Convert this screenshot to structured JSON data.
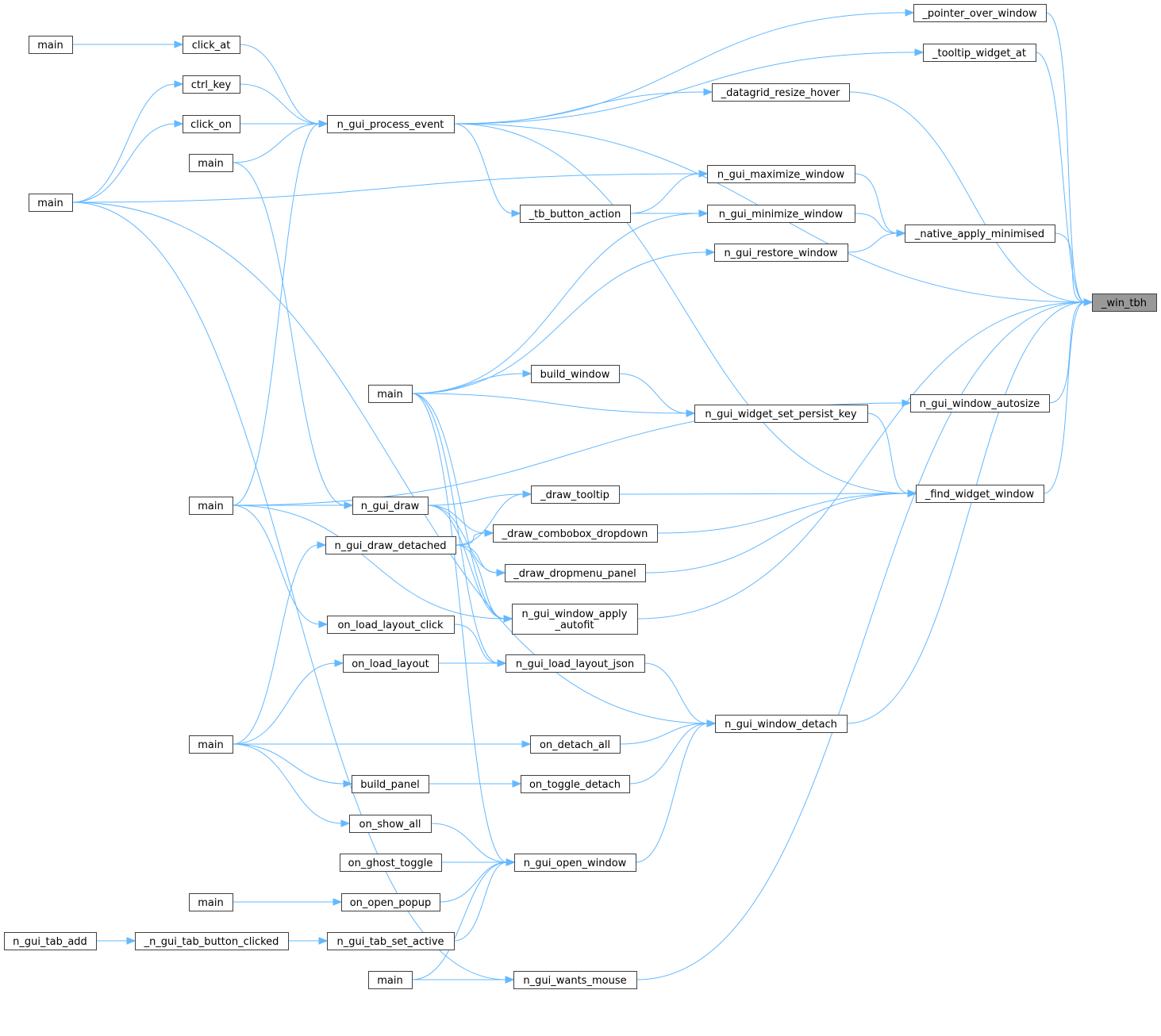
{
  "graph": {
    "nodes": [
      {
        "id": "win_tbh",
        "label": "_win_tbh",
        "root": true
      },
      {
        "id": "pointer_over_window",
        "label": "_pointer_over_window"
      },
      {
        "id": "tooltip_widget_at",
        "label": "_tooltip_widget_at"
      },
      {
        "id": "datagrid_resize_hover",
        "label": "_datagrid_resize_hover"
      },
      {
        "id": "n_gui_process_event",
        "label": "n_gui_process_event"
      },
      {
        "id": "click_at",
        "label": "click_at"
      },
      {
        "id": "ctrl_key",
        "label": "ctrl_key"
      },
      {
        "id": "click_on",
        "label": "click_on"
      },
      {
        "id": "main_a",
        "label": "main"
      },
      {
        "id": "main_b",
        "label": "main"
      },
      {
        "id": "main_c",
        "label": "main"
      },
      {
        "id": "n_gui_maximize_window",
        "label": "n_gui_maximize_window"
      },
      {
        "id": "n_gui_minimize_window",
        "label": "n_gui_minimize_window"
      },
      {
        "id": "n_gui_restore_window",
        "label": "n_gui_restore_window"
      },
      {
        "id": "native_apply_minimised",
        "label": "_native_apply_minimised"
      },
      {
        "id": "tb_button_action",
        "label": "_tb_button_action"
      },
      {
        "id": "main_d",
        "label": "main"
      },
      {
        "id": "build_window",
        "label": "build_window"
      },
      {
        "id": "n_gui_widget_set_persist_key",
        "label": "n_gui_widget_set_persist_key"
      },
      {
        "id": "n_gui_window_autosize",
        "label": "n_gui_window_autosize"
      },
      {
        "id": "find_widget_window",
        "label": "_find_widget_window"
      },
      {
        "id": "main_e",
        "label": "main"
      },
      {
        "id": "n_gui_draw",
        "label": "n_gui_draw"
      },
      {
        "id": "draw_tooltip",
        "label": "_draw_tooltip"
      },
      {
        "id": "draw_combobox_dropdown",
        "label": "_draw_combobox_dropdown"
      },
      {
        "id": "n_gui_draw_detached",
        "label": "n_gui_draw_detached"
      },
      {
        "id": "draw_dropmenu_panel",
        "label": "_draw_dropmenu_panel"
      },
      {
        "id": "n_gui_window_apply_autofit",
        "label": "n_gui_window_apply\n_autofit"
      },
      {
        "id": "on_load_layout_click",
        "label": "on_load_layout_click"
      },
      {
        "id": "on_load_layout",
        "label": "on_load_layout"
      },
      {
        "id": "n_gui_load_layout_json",
        "label": "n_gui_load_layout_json"
      },
      {
        "id": "n_gui_window_detach",
        "label": "n_gui_window_detach"
      },
      {
        "id": "main_f",
        "label": "main"
      },
      {
        "id": "on_detach_all",
        "label": "on_detach_all"
      },
      {
        "id": "build_panel",
        "label": "build_panel"
      },
      {
        "id": "on_toggle_detach",
        "label": "on_toggle_detach"
      },
      {
        "id": "on_show_all",
        "label": "on_show_all"
      },
      {
        "id": "on_ghost_toggle",
        "label": "on_ghost_toggle"
      },
      {
        "id": "n_gui_open_window",
        "label": "n_gui_open_window"
      },
      {
        "id": "main_g",
        "label": "main"
      },
      {
        "id": "on_open_popup",
        "label": "on_open_popup"
      },
      {
        "id": "n_gui_tab_add",
        "label": "n_gui_tab_add"
      },
      {
        "id": "n_gui_tab_button_clicked",
        "label": "_n_gui_tab_button_clicked"
      },
      {
        "id": "n_gui_tab_set_active",
        "label": "n_gui_tab_set_active"
      },
      {
        "id": "main_h",
        "label": "main"
      },
      {
        "id": "n_gui_wants_mouse",
        "label": "n_gui_wants_mouse"
      }
    ],
    "edges": [
      [
        "main_a",
        "click_at"
      ],
      [
        "click_at",
        "n_gui_process_event"
      ],
      [
        "ctrl_key",
        "n_gui_process_event"
      ],
      [
        "click_on",
        "n_gui_process_event"
      ],
      [
        "main_b",
        "n_gui_process_event"
      ],
      [
        "main_c",
        "ctrl_key"
      ],
      [
        "main_c",
        "click_on"
      ],
      [
        "main_c",
        "n_gui_maximize_window"
      ],
      [
        "main_c",
        "n_gui_window_detach"
      ],
      [
        "main_c",
        "n_gui_wants_mouse"
      ],
      [
        "n_gui_process_event",
        "pointer_over_window"
      ],
      [
        "n_gui_process_event",
        "tooltip_widget_at"
      ],
      [
        "n_gui_process_event",
        "datagrid_resize_hover"
      ],
      [
        "n_gui_process_event",
        "win_tbh"
      ],
      [
        "n_gui_process_event",
        "tb_button_action"
      ],
      [
        "n_gui_process_event",
        "find_widget_window"
      ],
      [
        "pointer_over_window",
        "win_tbh"
      ],
      [
        "tooltip_widget_at",
        "win_tbh"
      ],
      [
        "datagrid_resize_hover",
        "win_tbh"
      ],
      [
        "tb_button_action",
        "n_gui_maximize_window"
      ],
      [
        "tb_button_action",
        "n_gui_minimize_window"
      ],
      [
        "n_gui_maximize_window",
        "native_apply_minimised"
      ],
      [
        "n_gui_minimize_window",
        "native_apply_minimised"
      ],
      [
        "n_gui_restore_window",
        "native_apply_minimised"
      ],
      [
        "native_apply_minimised",
        "win_tbh"
      ],
      [
        "main_d",
        "n_gui_minimize_window"
      ],
      [
        "main_d",
        "n_gui_restore_window"
      ],
      [
        "main_d",
        "build_window"
      ],
      [
        "main_d",
        "n_gui_widget_set_persist_key"
      ],
      [
        "main_d",
        "n_gui_window_apply_autofit"
      ],
      [
        "main_d",
        "n_gui_load_layout_json"
      ],
      [
        "build_window",
        "n_gui_widget_set_persist_key"
      ],
      [
        "n_gui_widget_set_persist_key",
        "find_widget_window"
      ],
      [
        "n_gui_window_autosize",
        "win_tbh"
      ],
      [
        "find_widget_window",
        "win_tbh"
      ],
      [
        "main_e",
        "n_gui_process_event"
      ],
      [
        "main_e",
        "n_gui_draw"
      ],
      [
        "main_e",
        "n_gui_window_autosize"
      ],
      [
        "main_e",
        "n_gui_window_apply_autofit"
      ],
      [
        "main_e",
        "on_load_layout_click"
      ],
      [
        "main_b",
        "n_gui_draw"
      ],
      [
        "n_gui_draw",
        "draw_tooltip"
      ],
      [
        "n_gui_draw",
        "draw_combobox_dropdown"
      ],
      [
        "n_gui_draw",
        "draw_dropmenu_panel"
      ],
      [
        "n_gui_draw",
        "n_gui_window_apply_autofit"
      ],
      [
        "n_gui_draw_detached",
        "draw_tooltip"
      ],
      [
        "n_gui_draw_detached",
        "draw_combobox_dropdown"
      ],
      [
        "n_gui_draw_detached",
        "draw_dropmenu_panel"
      ],
      [
        "n_gui_draw_detached",
        "n_gui_window_apply_autofit"
      ],
      [
        "draw_tooltip",
        "find_widget_window"
      ],
      [
        "draw_combobox_dropdown",
        "find_widget_window"
      ],
      [
        "draw_dropmenu_panel",
        "find_widget_window"
      ],
      [
        "n_gui_window_apply_autofit",
        "win_tbh"
      ],
      [
        "on_load_layout_click",
        "n_gui_load_layout_json"
      ],
      [
        "on_load_layout",
        "n_gui_load_layout_json"
      ],
      [
        "n_gui_load_layout_json",
        "n_gui_window_detach"
      ],
      [
        "n_gui_window_detach",
        "win_tbh"
      ],
      [
        "main_f",
        "n_gui_draw_detached"
      ],
      [
        "main_f",
        "on_load_layout"
      ],
      [
        "main_f",
        "on_detach_all"
      ],
      [
        "main_f",
        "build_panel"
      ],
      [
        "main_f",
        "on_show_all"
      ],
      [
        "on_detach_all",
        "n_gui_window_detach"
      ],
      [
        "build_panel",
        "on_toggle_detach"
      ],
      [
        "on_toggle_detach",
        "n_gui_window_detach"
      ],
      [
        "on_show_all",
        "n_gui_open_window"
      ],
      [
        "on_ghost_toggle",
        "n_gui_open_window"
      ],
      [
        "on_open_popup",
        "n_gui_open_window"
      ],
      [
        "main_g",
        "on_open_popup"
      ],
      [
        "n_gui_tab_add",
        "n_gui_tab_button_clicked"
      ],
      [
        "n_gui_tab_button_clicked",
        "n_gui_tab_set_active"
      ],
      [
        "n_gui_tab_set_active",
        "n_gui_open_window"
      ],
      [
        "main_h",
        "n_gui_open_window"
      ],
      [
        "main_h",
        "n_gui_wants_mouse"
      ],
      [
        "main_d",
        "n_gui_open_window"
      ],
      [
        "n_gui_open_window",
        "n_gui_window_detach"
      ],
      [
        "n_gui_wants_mouse",
        "win_tbh"
      ]
    ]
  }
}
